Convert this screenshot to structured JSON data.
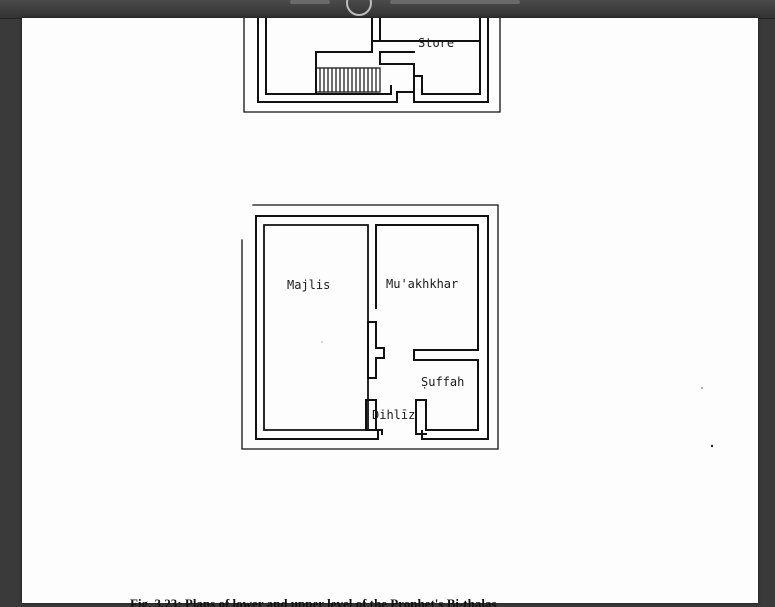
{
  "viewer": {
    "toolbar_icon": "circle-button-icon"
  },
  "floor_plan_upper": {
    "rooms": {
      "store": "Store"
    }
  },
  "floor_plan_lower": {
    "rooms": {
      "majlis": "Majlis",
      "muakhkhar": "Mu'akhkhar",
      "suffah": "Ṣuffah",
      "dihliz": "Dihlīz"
    }
  },
  "caption": "Fig. 3.23: Plans of lower and upper level of the Prophet's Bi-thalas"
}
